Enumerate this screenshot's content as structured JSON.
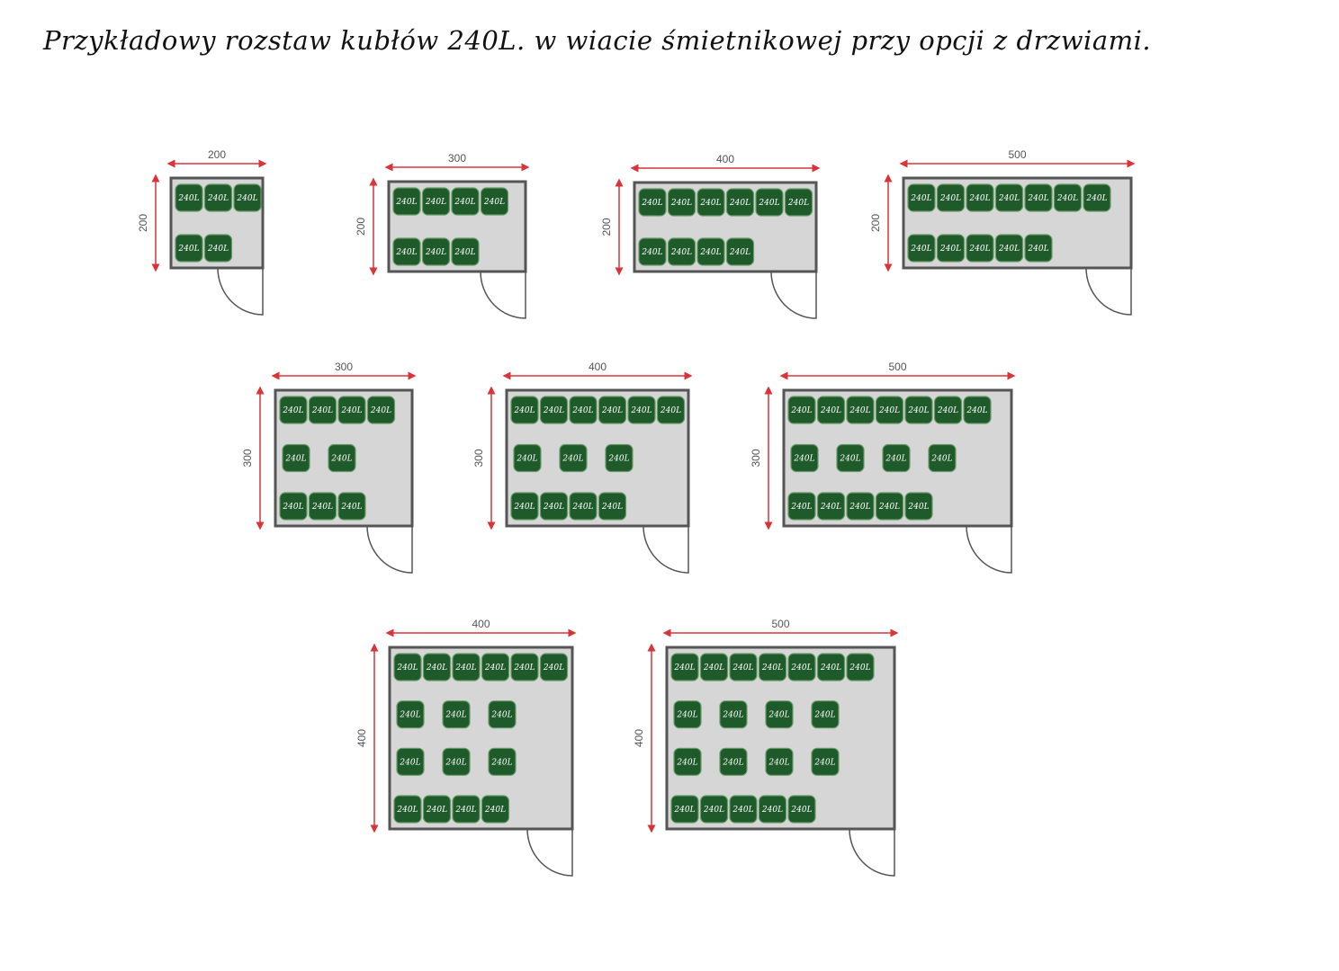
{
  "title": "Przykładowy rozstaw kubłów 240L. w wiacie śmietnikowej przy opcji z drzwiami.",
  "bin_label": "240L",
  "colors": {
    "bin": "#1f5a2a",
    "bin_border": "#6a9a6a",
    "floor": "#d6d6d6",
    "wall": "#555555",
    "dimension": "#d9343a"
  },
  "layouts": [
    {
      "width_label": "200",
      "depth_label": "200",
      "rows": [
        3,
        2
      ]
    },
    {
      "width_label": "300",
      "depth_label": "200",
      "rows": [
        4,
        3
      ]
    },
    {
      "width_label": "400",
      "depth_label": "200",
      "rows": [
        6,
        4
      ]
    },
    {
      "width_label": "500",
      "depth_label": "200",
      "rows": [
        7,
        5
      ]
    },
    {
      "width_label": "300",
      "depth_label": "300",
      "rows": [
        4,
        2,
        3
      ]
    },
    {
      "width_label": "400",
      "depth_label": "300",
      "rows": [
        6,
        3,
        4
      ]
    },
    {
      "width_label": "500",
      "depth_label": "300",
      "rows": [
        7,
        4,
        5
      ]
    },
    {
      "width_label": "400",
      "depth_label": "400",
      "rows": [
        6,
        3,
        3,
        4
      ]
    },
    {
      "width_label": "500",
      "depth_label": "400",
      "rows": [
        7,
        4,
        4,
        5
      ]
    }
  ]
}
